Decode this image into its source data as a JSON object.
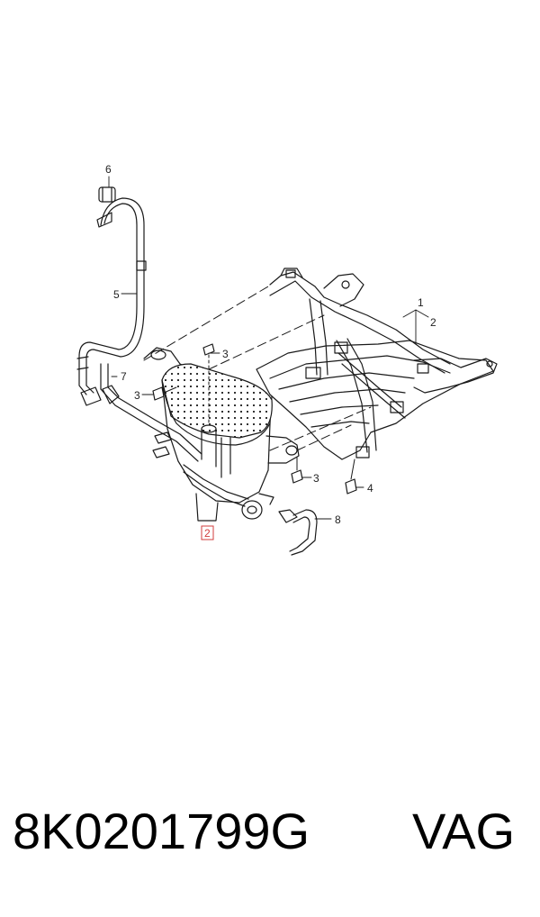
{
  "callouts": {
    "c1": "1",
    "c2": "2",
    "c2_boxed": "2",
    "c3a": "3",
    "c3b": "3",
    "c3c": "3",
    "c4": "4",
    "c5": "5",
    "c6": "6",
    "c7": "7",
    "c8": "8"
  },
  "caption": {
    "part_number": "8K0201799G",
    "brand": "VAG"
  },
  "colors": {
    "line": "#1a1a1a",
    "boxed_label": "#d23c3c"
  }
}
